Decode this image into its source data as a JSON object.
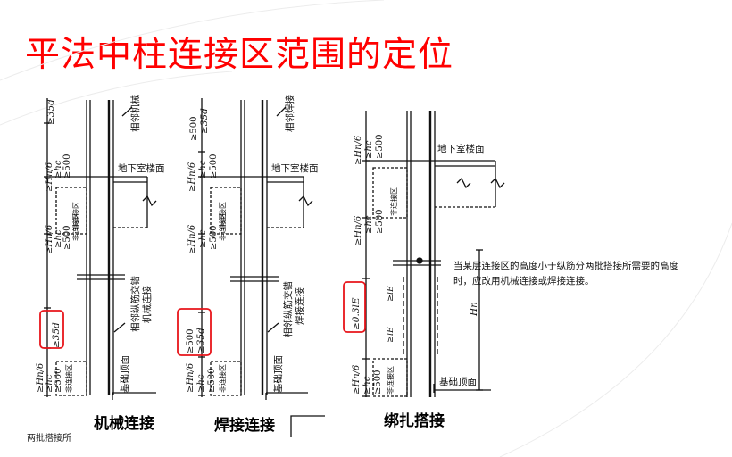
{
  "title": "平法中柱连接区范围的定位",
  "panels": [
    {
      "caption": "机械连接",
      "top_labels": [
        "≥35d",
        "相邻机械"
      ],
      "mid_labels": [
        "地下室楼面",
        "≥Hn/6",
        "≥hc",
        "≥500",
        "非连接区"
      ],
      "side_labels": [
        "≥35d",
        "相邻纵筋交错",
        "机械连接"
      ],
      "bottom_labels": [
        "≥Hn/6",
        "≥hc",
        "≥500",
        "非连接区",
        "基础顶面"
      ],
      "upper_nc": [
        "≥Hn/6",
        "≥hc",
        "≥500",
        "非连接区"
      ]
    },
    {
      "caption": "焊接连接",
      "top_labels": [
        "≥500",
        "≥35d",
        "相邻焊接"
      ],
      "mid_labels": [
        "地下室楼面",
        "≥Hn/6",
        "≥hc",
        "≥500",
        "非连接区"
      ],
      "side_labels": [
        "≥500",
        "≥35d",
        "相邻纵筋交错",
        "焊接连接"
      ],
      "bottom_labels": [
        "≥Hn/6",
        "≥hc",
        "≥500",
        "非连接区",
        "基础顶面"
      ],
      "upper_nc": [
        "≥Hn/6",
        "≥hc",
        "≥500",
        "非连接区"
      ]
    },
    {
      "caption": "绑扎搭接",
      "mid_labels": [
        "地下室楼面",
        "≥Hn/6",
        "≥hc",
        "≥500",
        "非连接区"
      ],
      "side_labels": [
        "≥0.3lE",
        "≥lE",
        "≥lE",
        "Hn"
      ],
      "bottom_labels": [
        "≥Hn/6",
        "≥hc",
        "≥500",
        "非连接区",
        "基础顶面"
      ],
      "upper_nc": [
        "≥Hn/6",
        "≥hc",
        "≥500"
      ]
    }
  ],
  "note": "当某层连接区的高度小于纵筋分两批搭接所需要的高度时，应改用机械连接或焊接连接。",
  "footnote": "两批搭接所",
  "highlight_color": "#e8141a",
  "title_color": "#ff0000"
}
